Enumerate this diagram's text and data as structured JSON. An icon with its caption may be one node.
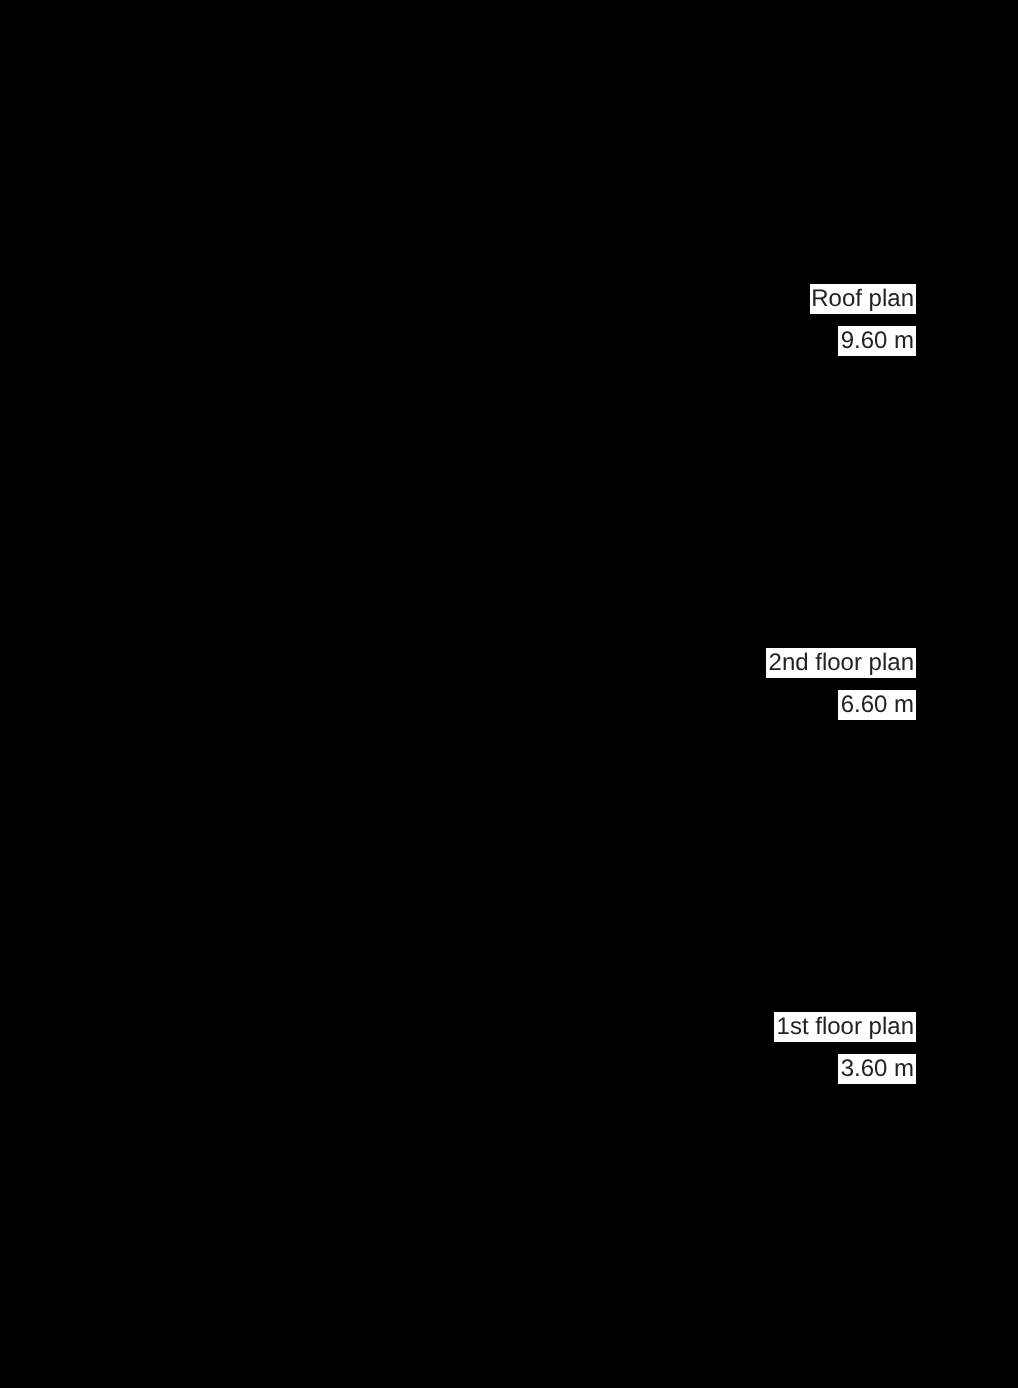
{
  "diagram": {
    "labels": [
      "Roof plan",
      "9.60 m",
      "2nd floor plan",
      "6.60 m",
      "1st floor plan",
      "3.60 m"
    ]
  }
}
